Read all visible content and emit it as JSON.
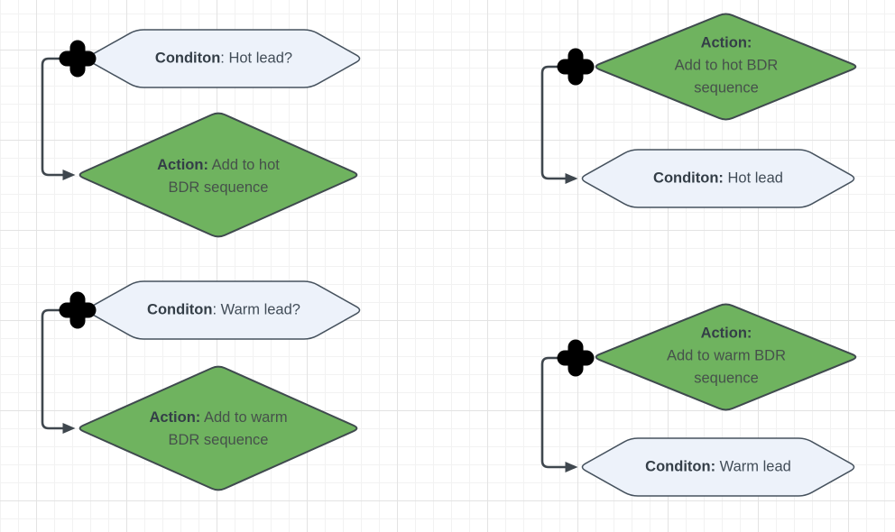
{
  "canvas": {
    "type": "diagram-grid-canvas",
    "background": "#ffffff",
    "grid_minor_color": "#f2f2f2",
    "grid_major_color": "#e3e3e3"
  },
  "colors": {
    "action_diamond_fill": "#6fb35f",
    "action_diamond_stroke": "#3f4a4e",
    "condition_hexagon_fill": "#edf2fa",
    "condition_hexagon_stroke": "#46525e",
    "connector": "#3f474e",
    "cross_icon": "#000000",
    "condition_text": "#414c57",
    "action_text": "#46514b"
  },
  "icons": {
    "junction": "cross-icon"
  },
  "groups": [
    {
      "name": "hot-lead-condition-first",
      "condition": {
        "bold": "Conditon",
        "rest": ": Hot lead?"
      },
      "action": {
        "bold": "Action:",
        "rest": " Add to hot",
        "line2": "BDR sequence"
      }
    },
    {
      "name": "hot-lead-action-first",
      "action": {
        "bold": "Action:",
        "line2": "Add to hot BDR",
        "line3": "sequence"
      },
      "condition": {
        "bold": "Conditon:",
        "rest": " Hot lead"
      }
    },
    {
      "name": "warm-lead-condition-first",
      "condition": {
        "bold": "Conditon",
        "rest": ": Warm lead?"
      },
      "action": {
        "bold": "Action:",
        "rest": " Add to warm",
        "line2": "BDR sequence"
      }
    },
    {
      "name": "warm-lead-action-first",
      "action": {
        "bold": "Action:",
        "line2": "Add to warm BDR",
        "line3": "sequence"
      },
      "condition": {
        "bold": "Conditon:",
        "rest": " Warm lead"
      }
    }
  ]
}
